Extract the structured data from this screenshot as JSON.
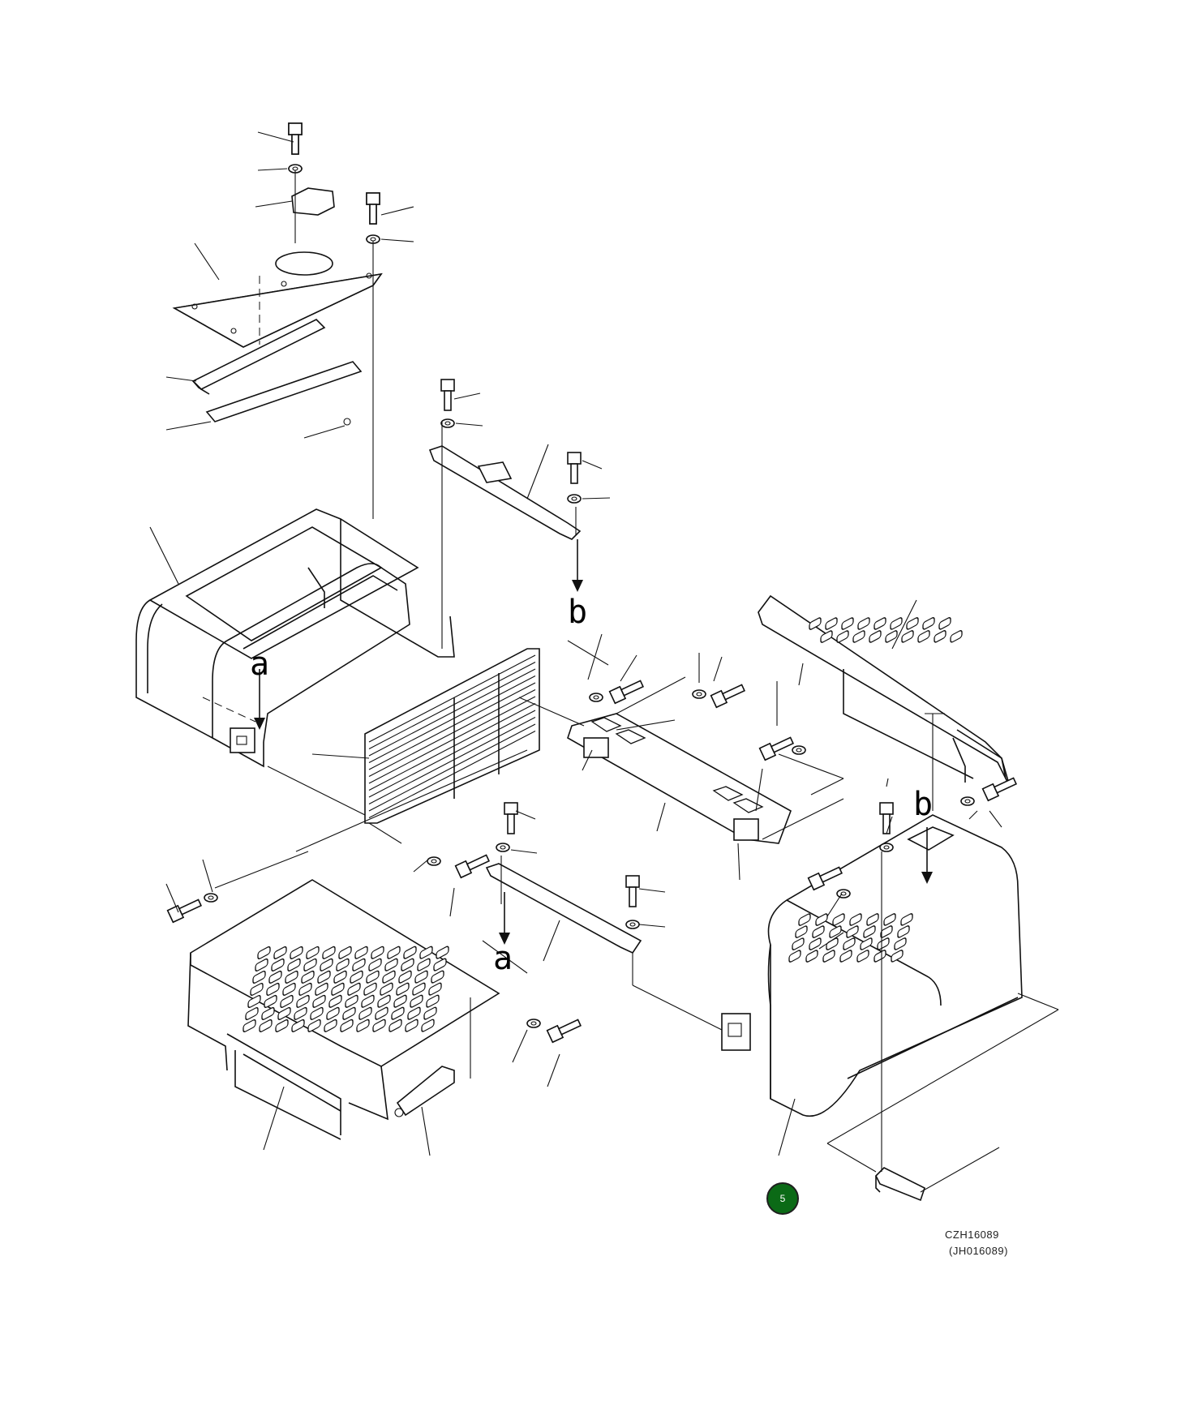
{
  "diagram": {
    "view_letters": {
      "a_left": "a",
      "a_center": "a",
      "b_top": "b",
      "b_right": "b"
    },
    "callout_marker": {
      "label": "5",
      "color": "#0b6a16"
    },
    "drawing_code": "CZH16089",
    "drawing_code_alt": "(JH016089)"
  }
}
